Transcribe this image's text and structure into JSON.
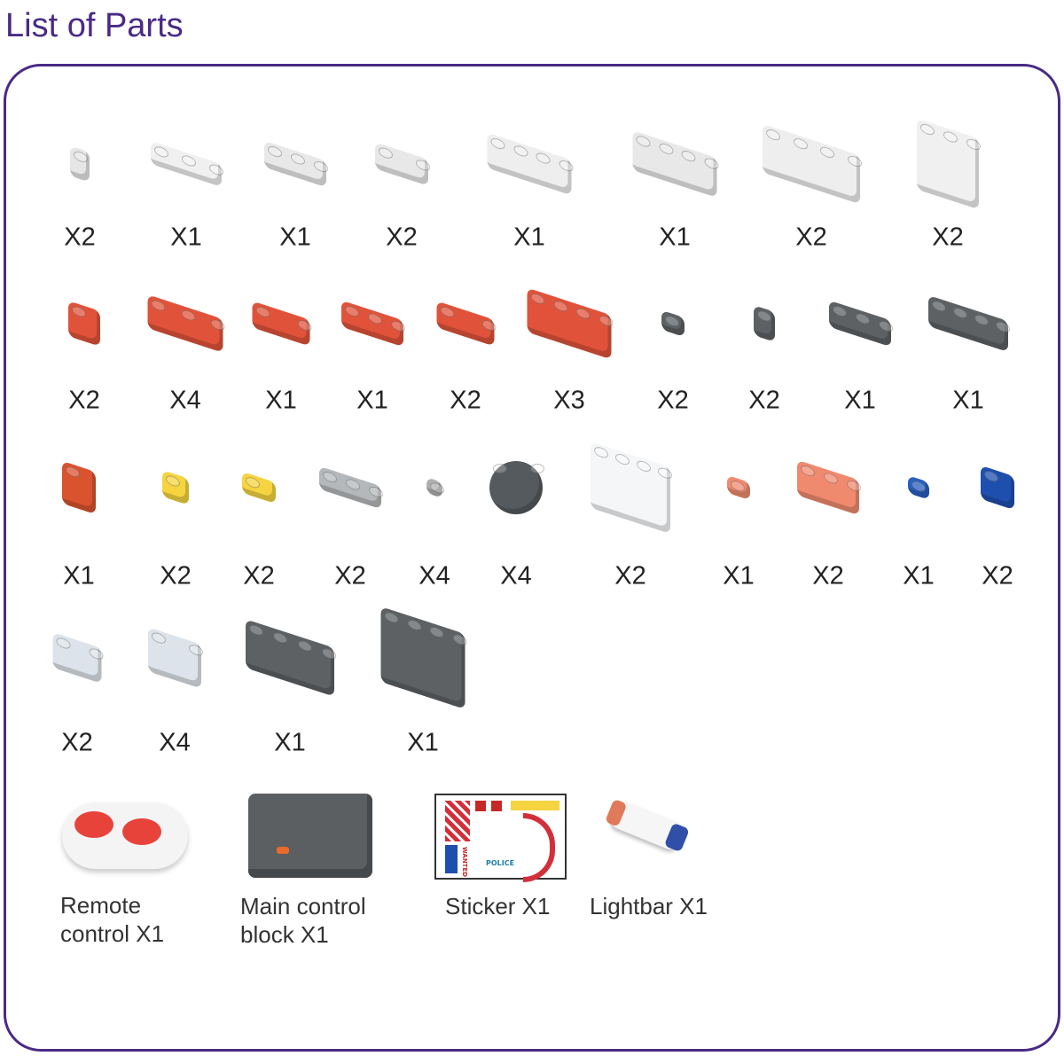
{
  "title": "List of Parts",
  "rows": [
    {
      "items": [
        {
          "qty": "X2",
          "color": "#e6e6e6"
        },
        {
          "qty": "X1",
          "color": "#f0f0f0"
        },
        {
          "qty": "X1",
          "color": "#e8e8e8"
        },
        {
          "qty": "X2",
          "color": "#e8e8e8"
        },
        {
          "qty": "X1",
          "color": "#eeeeee"
        },
        {
          "qty": "X1",
          "color": "#e8e8e8"
        },
        {
          "qty": "X2",
          "color": "#eeeeee"
        },
        {
          "qty": "X2",
          "color": "#f0f0f0"
        }
      ]
    },
    {
      "items": [
        {
          "qty": "X2",
          "color": "#e0533a"
        },
        {
          "qty": "X4",
          "color": "#e0533a"
        },
        {
          "qty": "X1",
          "color": "#e0533a"
        },
        {
          "qty": "X1",
          "color": "#e0533a"
        },
        {
          "qty": "X2",
          "color": "#e0533a"
        },
        {
          "qty": "X3",
          "color": "#e0533a"
        },
        {
          "qty": "X2",
          "color": "#5d6163"
        },
        {
          "qty": "X2",
          "color": "#5d6163"
        },
        {
          "qty": "X1",
          "color": "#5d6163"
        },
        {
          "qty": "X1",
          "color": "#5d6163"
        }
      ]
    },
    {
      "items": [
        {
          "qty": "X1",
          "color": "#d9532f"
        },
        {
          "qty": "X2",
          "color": "#f5d440"
        },
        {
          "qty": "X2",
          "color": "#f5d440"
        },
        {
          "qty": "X2",
          "color": "#b5b8ba"
        },
        {
          "qty": "X4",
          "color": "#b0b0b0"
        },
        {
          "qty": "X4",
          "color": "#555a5e"
        },
        {
          "qty": "X2",
          "color": "#f4f6f8"
        },
        {
          "qty": "X1",
          "color": "#f08a6e"
        },
        {
          "qty": "X2",
          "color": "#f08a6e"
        },
        {
          "qty": "X1",
          "color": "#2a5fc0"
        },
        {
          "qty": "X2",
          "color": "#1f4fae"
        }
      ]
    },
    {
      "items": [
        {
          "qty": "X2",
          "color": "#dde3ea"
        },
        {
          "qty": "X4",
          "color": "#dde3ea"
        },
        {
          "qty": "X1",
          "color": "#5d6163"
        },
        {
          "qty": "X1",
          "color": "#5d6163"
        }
      ]
    }
  ],
  "specials": [
    {
      "label1": "Remote",
      "label2": "control  X1"
    },
    {
      "label1": "Main control",
      "label2": "block  X1"
    },
    {
      "label1": "Sticker  X1"
    },
    {
      "label1": "Lightbar  X1"
    }
  ],
  "sticker": {
    "police": "POLICE",
    "wanted": "WANTED"
  }
}
